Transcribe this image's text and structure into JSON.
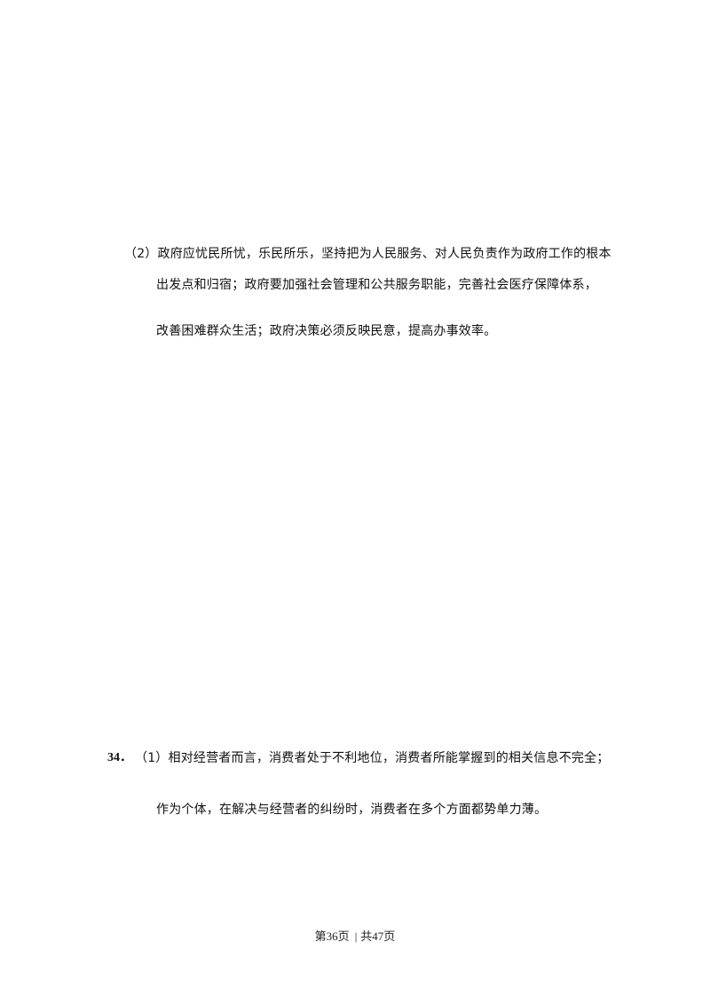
{
  "section_a": {
    "line1": "（2）政府应忧民所忧，乐民所乐，坚持把为人民服务、对人民负责作为政府工作的根本",
    "line2": "出发点和归宿；政府要加强社会管理和公共服务职能，完善社会医疗保障体系，",
    "line3": "改善困难群众生活；政府决策必须反映民意，提高办事效率。"
  },
  "question_34": {
    "number": "34．",
    "line1": "（1）相对经营者而言，消费者处于不利地位，消费者所能掌握到的相关信息不完全；",
    "line2": "作为个体，在解决与经营者的纠纷时，消费者在多个方面都势单力薄。"
  },
  "footer": {
    "page": "第36页",
    "separator": "|",
    "total": "共47页"
  }
}
